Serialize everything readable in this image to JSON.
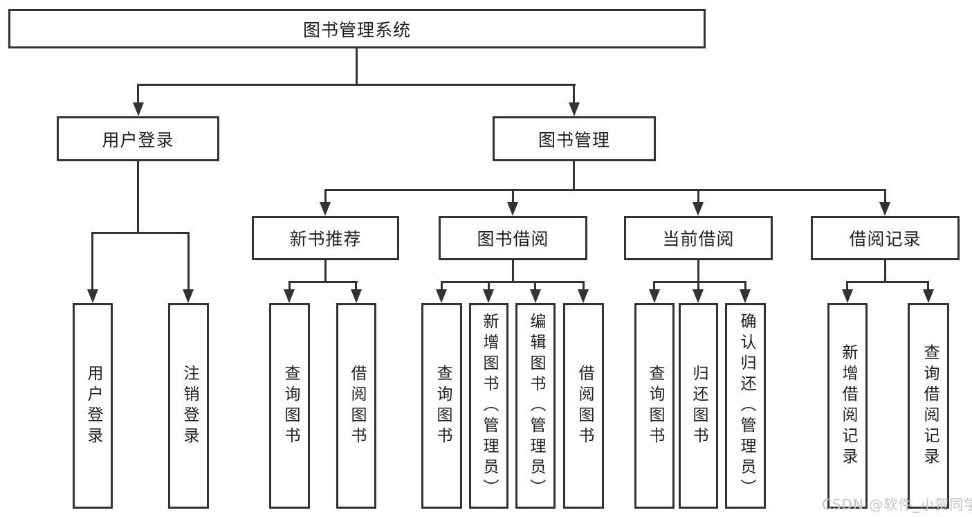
{
  "colors": {
    "line": "#333333",
    "box_border": "#333333",
    "text": "#1f1f1f",
    "watermark": "#c4c4c4",
    "background": "#ffffff"
  },
  "tree": {
    "root": "图书管理系统",
    "branches": [
      {
        "label": "用户登录",
        "children": [
          "用户登录",
          "注销登录"
        ]
      },
      {
        "label": "图书管理",
        "modules": [
          {
            "label": "新书推荐",
            "children": [
              "查询图书",
              "借阅图书"
            ]
          },
          {
            "label": "图书借阅",
            "children": [
              "查询图书",
              "新增图书（管理员）",
              "编辑图书（管理员）",
              "借阅图书"
            ]
          },
          {
            "label": "当前借阅",
            "children": [
              "查询图书",
              "归还图书",
              "确认归还（管理员）"
            ]
          },
          {
            "label": "借阅记录",
            "children": [
              "新增借阅记录",
              "查询借阅记录"
            ]
          }
        ]
      }
    ]
  },
  "watermark": {
    "text": "CSDN @软件_小贺同学"
  }
}
